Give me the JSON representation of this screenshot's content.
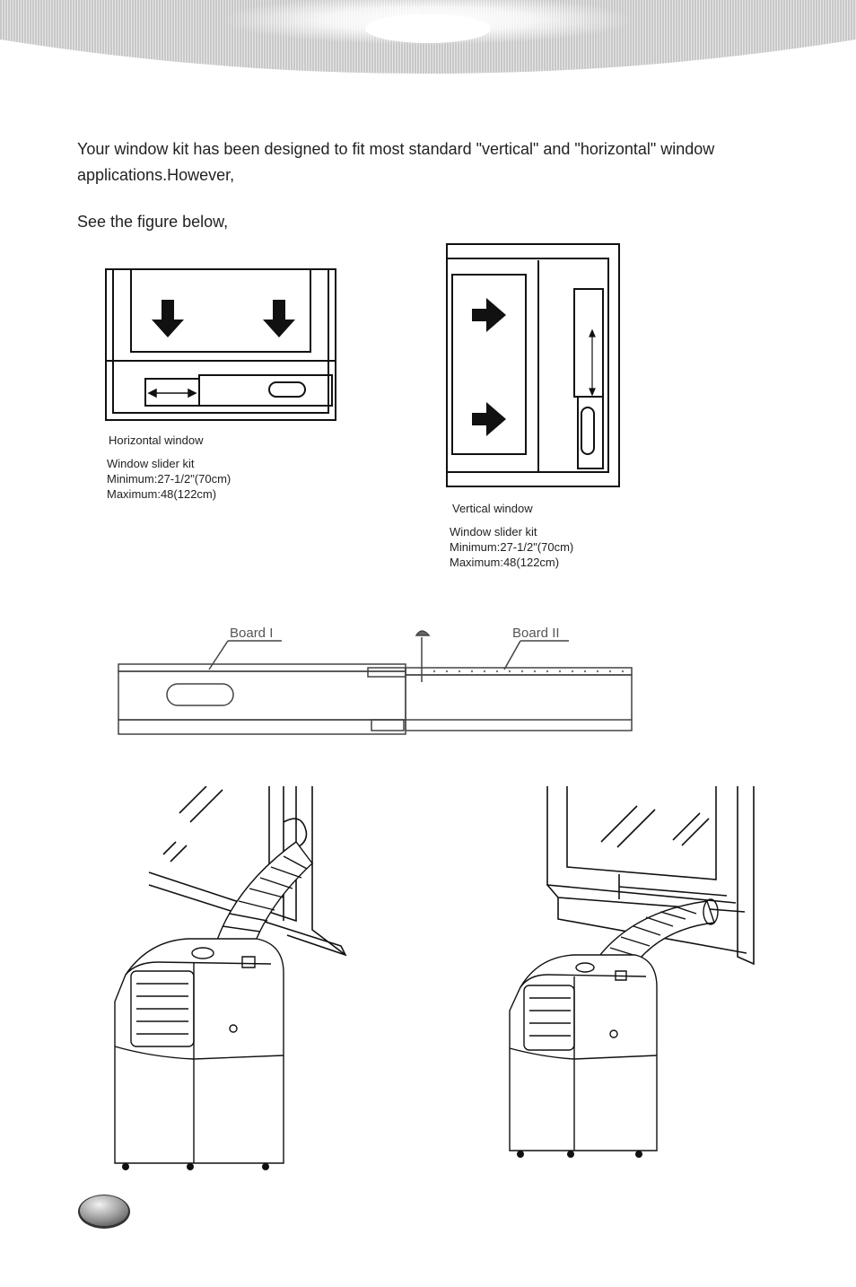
{
  "intro": {
    "paragraph": "Your window kit has been designed to fit most standard \"vertical\" and \"horizontal\" window applications.However,",
    "see_figure": "See the figure below,"
  },
  "horizontal_window": {
    "title": "Horizontal window",
    "kit_label": "Window slider  kit",
    "minimum": "Minimum:27-1/2\"(70cm)",
    "maximum": "Maximum:48(122cm)"
  },
  "vertical_window": {
    "title": "Vertical window",
    "kit_label": "Window slider  kit",
    "minimum": "Minimum:27-1/2\"(70cm)",
    "maximum": "Maximum:48(122cm)"
  },
  "slider_boards": {
    "board_1": "Board I",
    "board_2": "Board II"
  }
}
